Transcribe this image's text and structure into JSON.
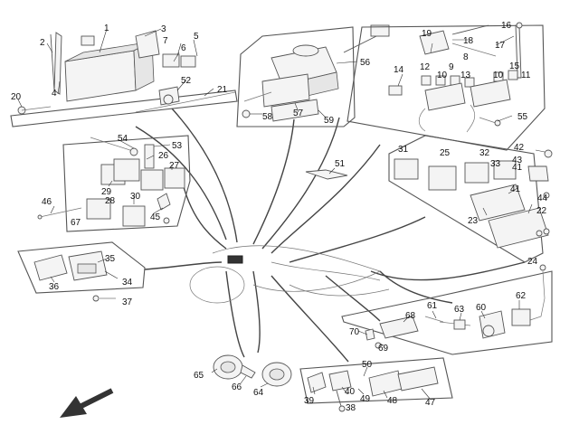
{
  "diagram": {
    "callouts": [
      "1",
      "2",
      "3",
      "4",
      "5",
      "6",
      "7",
      "8",
      "9",
      "10",
      "11",
      "12",
      "13",
      "14",
      "15",
      "16",
      "17",
      "18",
      "19",
      "20",
      "21",
      "22",
      "23",
      "24",
      "25",
      "26",
      "27",
      "28",
      "29",
      "30",
      "31",
      "32",
      "33",
      "34",
      "35",
      "36",
      "37",
      "38",
      "39",
      "40",
      "41",
      "42",
      "43",
      "44",
      "45",
      "46",
      "47",
      "48",
      "49",
      "50",
      "51",
      "52",
      "53",
      "54",
      "55",
      "56",
      "57",
      "58",
      "59",
      "60",
      "61",
      "62",
      "63",
      "64",
      "65",
      "66",
      "67",
      "68",
      "69",
      "70"
    ],
    "callouts_repeated": {
      "10": "10",
      "41": "41"
    },
    "icons": {
      "direction": "front-direction-arrow-icon"
    },
    "colors": {
      "line": "#444444",
      "fill": "#f4f4f4",
      "background": "#ffffff"
    }
  }
}
